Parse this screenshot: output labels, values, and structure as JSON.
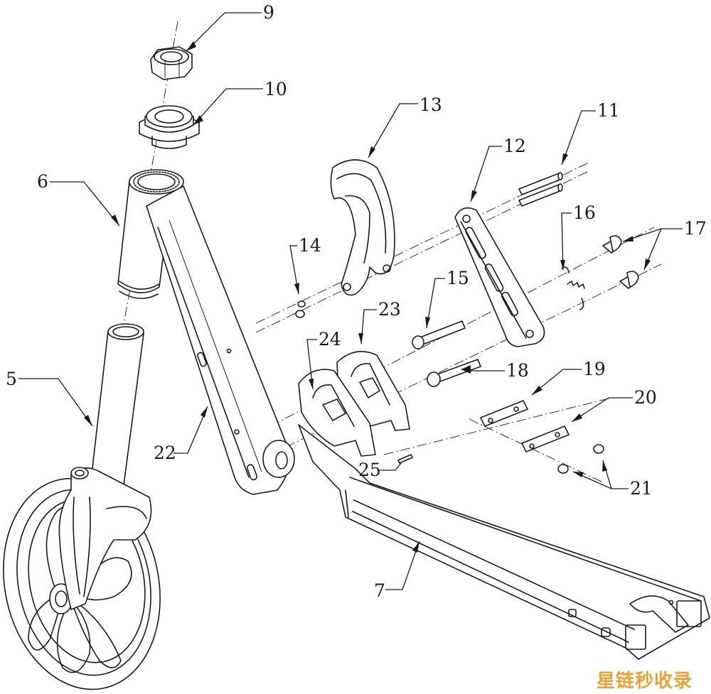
{
  "callouts": {
    "c5": "5",
    "c6": "6",
    "c7": "7",
    "c9": "9",
    "c10": "10",
    "c11": "11",
    "c12": "12",
    "c13": "13",
    "c14": "14",
    "c15": "15",
    "c16": "16",
    "c17": "17",
    "c18": "18",
    "c19": "19",
    "c20": "20",
    "c21": "21",
    "c22": "22",
    "c23": "23",
    "c24": "24",
    "c25": "25"
  },
  "watermark": "星链秒收录",
  "colors": {
    "line": "#1a1a1a",
    "background": "#ffffff",
    "watermark": "#e8a23a"
  }
}
